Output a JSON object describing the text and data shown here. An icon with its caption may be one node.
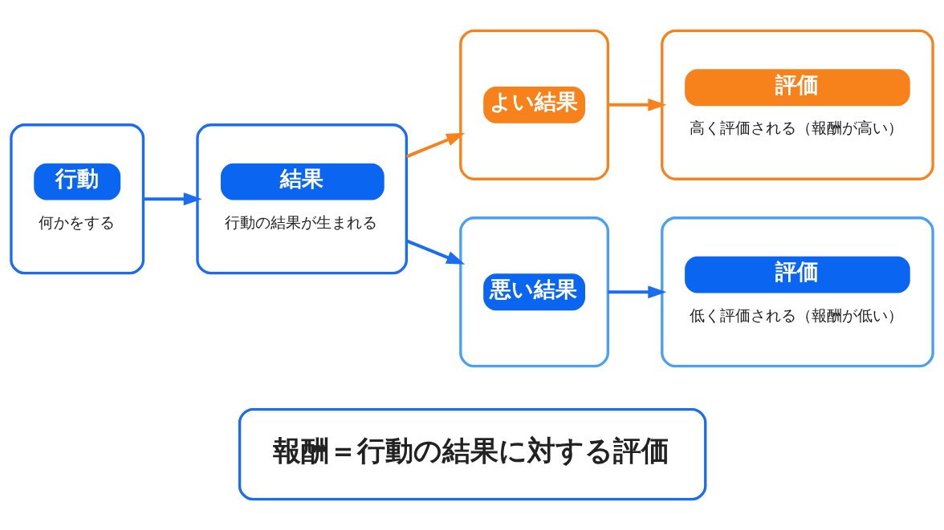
{
  "diagram": {
    "nodes": [
      {
        "text": [
          "行動",
          "何かをする"
        ]
      },
      {
        "text": [
          "結果",
          "行動の結果が生まれる"
        ]
      },
      {
        "text": [
          "よい結果"
        ]
      },
      {
        "text": [
          "評価",
          "高く評価される（報酬が高い）"
        ]
      },
      {
        "text": [
          "悪い結果"
        ]
      },
      {
        "text": [
          "評価",
          "低く評価される（報酬が低い）"
        ]
      },
      {
        "text": [
          "報酬＝行動の結果に対する評価"
        ]
      }
    ],
    "edges": [
      {
        "from": 0,
        "to": 1,
        "arrow": "to"
      },
      {
        "from": 1,
        "to": 2,
        "arrow": "to",
        "color": "#f7821b"
      },
      {
        "from": 1,
        "to": 4,
        "arrow": "to"
      },
      {
        "from": 2,
        "to": 3,
        "arrow": "to",
        "color": "#f7821b"
      },
      {
        "from": 4,
        "to": 5,
        "arrow": "to"
      }
    ]
  }
}
